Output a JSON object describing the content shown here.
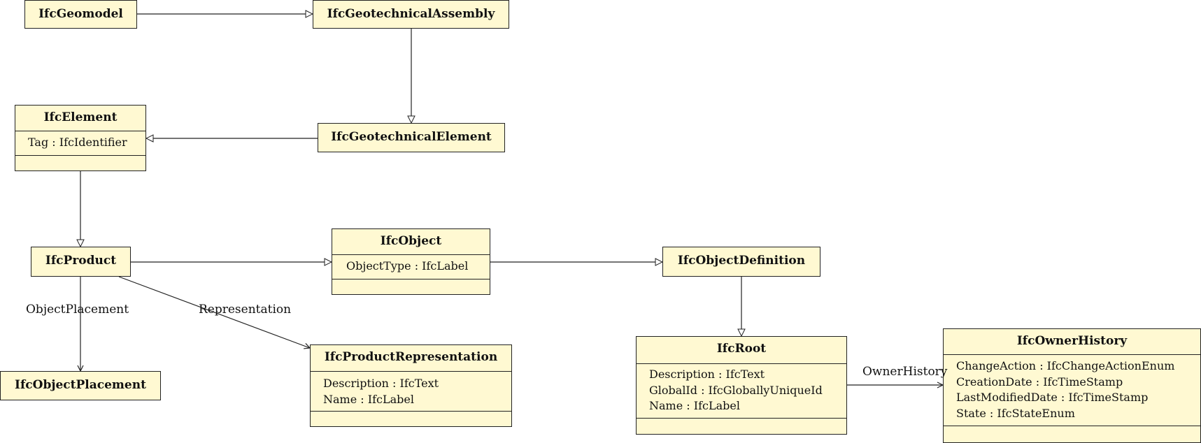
{
  "classes": {
    "geomodel": {
      "name": "IfcGeomodel"
    },
    "geotechnical_assembly": {
      "name": "IfcGeotechnicalAssembly"
    },
    "element": {
      "name": "IfcElement",
      "attributes": [
        "Tag : IfcIdentifier"
      ]
    },
    "geotechnical_element": {
      "name": "IfcGeotechnicalElement"
    },
    "product": {
      "name": "IfcProduct"
    },
    "object": {
      "name": "IfcObject",
      "attributes": [
        "ObjectType : IfcLabel"
      ]
    },
    "object_definition": {
      "name": "IfcObjectDefinition"
    },
    "object_placement": {
      "name": "IfcObjectPlacement"
    },
    "product_representation": {
      "name": "IfcProductRepresentation",
      "attributes": [
        "Description : IfcText",
        "Name : IfcLabel"
      ]
    },
    "root": {
      "name": "IfcRoot",
      "attributes": [
        "Description : IfcText",
        "GlobalId : IfcGloballyUniqueId",
        "Name : IfcLabel"
      ]
    },
    "owner_history": {
      "name": "IfcOwnerHistory",
      "attributes": [
        "ChangeAction : IfcChangeActionEnum",
        "CreationDate : IfcTimeStamp",
        "LastModifiedDate : IfcTimeStamp",
        "State : IfcStateEnum"
      ]
    }
  },
  "associations": {
    "object_placement": "ObjectPlacement",
    "representation": "Representation",
    "owner_history": "OwnerHistory"
  },
  "colors": {
    "box_fill": "#fff9d2",
    "line": "#222222"
  }
}
